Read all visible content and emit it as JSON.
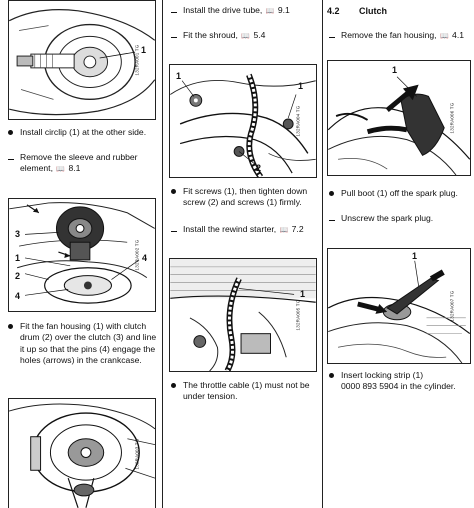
{
  "column1": {
    "step1": "Install circlip (1) at the other side.",
    "step2": "Remove the sleeve and rubber element,",
    "step2_ref": "8.1",
    "step3": "Fit the fan housing (1) with clutch drum (2) over the clutch (3) and line it up so that the pins (4) engage the holes (arrows) in the crankcase.",
    "fig1_code": "132RA001 TG",
    "fig2_code": "132RA002 TG",
    "fig3_code": "132RA003 TG",
    "fig1_callout": "1",
    "fig2_callouts": [
      "3",
      "1",
      "2",
      "4",
      "4"
    ]
  },
  "column2": {
    "step1": "Install the drive tube,",
    "step1_ref": "9.1",
    "step2": "Fit the shroud,",
    "step2_ref": "5.4",
    "step3": "Fit screws (1), then tighten down screw (2) and screws (1) firmly.",
    "step4": "Install the rewind starter,",
    "step4_ref": "7.2",
    "step5": "The throttle cable (1) must not be under tension.",
    "fig1_code": "132RA004 TG",
    "fig2_code": "132RA005 TG",
    "fig1_callouts": [
      "1",
      "2",
      "1"
    ],
    "fig2_callout": "1"
  },
  "column3": {
    "section_number": "4.2",
    "section_title": "Clutch",
    "step1": "Remove the fan housing,",
    "step1_ref": "4.1",
    "step2": "Pull boot (1) off the spark plug.",
    "step3": "Unscrew the spark plug.",
    "step4_line1": "Insert locking strip (1)",
    "step4_line2": "0000 893 5904 in the cylinder.",
    "fig1_code": "132RA006 TG",
    "fig2_code": "132RA007 TG",
    "fig1_callout": "1",
    "fig2_callout": "1"
  },
  "icons": {
    "book": "book-icon"
  }
}
